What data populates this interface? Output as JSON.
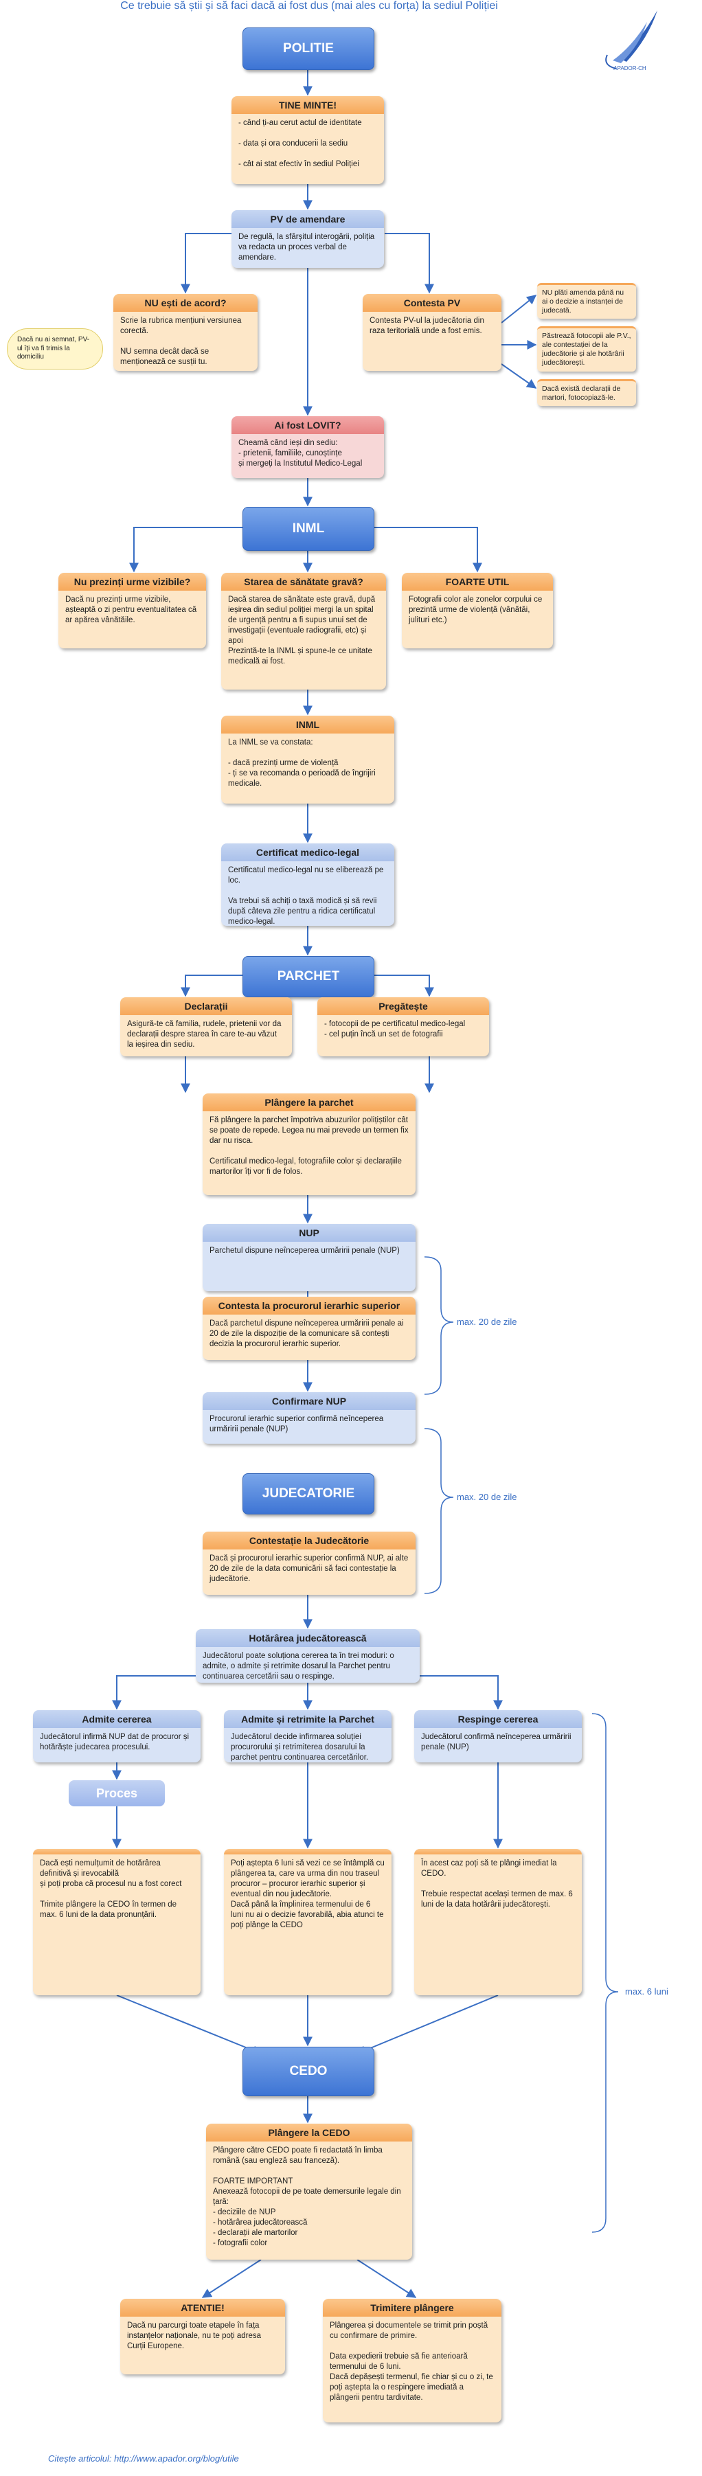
{
  "header": {
    "title": "Ce trebuie să știi și să faci dacă ai fost dus (mai ales cu forța) la sediul Poliției"
  },
  "logo": {
    "text": "APADOR-CH"
  },
  "nodes": {
    "politie": "POLITIE",
    "tine_minte": {
      "title": "TINE MINTE!",
      "body": "- când ți-au cerut actul de identitate\n\n- data și ora conducerii la sediu\n\n- cât ai stat efectiv în sediul Poliției"
    },
    "pv": {
      "title": "PV de amendare",
      "body": "De regulă, la sfârșitul interogării, poliția va redacta un proces verbal de amendare."
    },
    "nu_acord": {
      "title": "NU ești de acord?",
      "body": "Scrie la rubrica mențiuni versiunea corectă.\n\nNU semna decât dacă se menționează ce susții tu."
    },
    "nu_acord_note": "Dacă nu ai semnat, PV-ul îți va fi trimis la domiciliu",
    "contesta_pv": {
      "title": "Contesta PV",
      "body": "Contesta PV-ul la judecătoria din raza teritorială unde a fost emis."
    },
    "side1": "NU plăti amenda până nu ai o decizie a instanței de judecată.",
    "side2": "Păstrează fotocopii ale P.V., ale contestației de la judecătorie și ale hotărârii judecătorești.",
    "side3": "Dacă există declarații de martori, fotocopiază-le.",
    "lovit": {
      "title": "Ai fost LOVIT?",
      "body": "Cheamă când ieși din sediu:\n- prietenii, familiile, cunoștințe\nși mergeți la Institutul Medico-Legal"
    },
    "inml": "INML",
    "nu_urme": {
      "title": "Nu prezinți urme vizibile?",
      "body": "Dacă nu prezinți urme vizibile, așteaptă o zi pentru eventualitatea că ar apărea vânătăile."
    },
    "stare": {
      "title": "Starea de sănătate gravă?",
      "body": "Dacă starea de sănătate este gravă, după ieșirea din sediul poliției mergi la un spital de urgență pentru a fi supus unui set de investigații (eventuale radiografii, etc) și apoi\nPrezintă-te la INML și spune-le ce unitate medicală ai fost."
    },
    "util": {
      "title": "FOARTE UTIL",
      "body": "Fotografii color ale zonelor corpului ce prezintă urme de violență (vânătăi, julituri etc.)"
    },
    "inml2": {
      "title": "INML",
      "body": "La INML se va constata:\n\n- dacă prezinți urme de violență\n- ți se va recomanda o perioadă de îngrijiri medicale."
    },
    "certificat": {
      "title": "Certificat medico-legal",
      "body": "Certificatul medico-legal nu se eliberează pe loc.\n\nVa trebui să achiți o taxă modică și să revii după câteva zile pentru a ridica certificatul medico-legal."
    },
    "parchet": "PARCHET",
    "declaratii": {
      "title": "Declarații",
      "body": "Asigură-te că familia, rudele, prietenii vor da declarații despre starea în care te-au văzut la ieșirea din sediu."
    },
    "pregateste": {
      "title": "Pregătește",
      "body": "- fotocopii de pe certificatul medico-legal\n- cel puțin încă un set de fotografii"
    },
    "plangere": {
      "title": "Plângere la parchet",
      "body": "Fă plângere la parchet împotriva abuzurilor polițiștilor cât se poate de repede. Legea nu mai prevede un termen fix dar nu risca.\n\nCertificatul medico-legal, fotografiile color și declarațiile martorilor îți vor fi de folos."
    },
    "nup": {
      "title": "NUP",
      "body": "Parchetul dispune neînceperea urmăririi penale (NUP)"
    },
    "contesta_proc": {
      "title": "Contesta la procurorul ierarhic superior",
      "body": "Dacă parchetul dispune neînceperea urmăririi penale ai 20 de zile la dispoziție de la comunicare să contești decizia la procurorul ierarhic superior."
    },
    "confirmare": {
      "title": "Confirmare NUP",
      "body": "Procurorul ierarhic superior confirmă neînceperea urmăririi penale (NUP)"
    },
    "judecatorie": "JUDECATORIE",
    "contestatie": {
      "title": "Contestație la Judecătorie",
      "body": "Dacă și procurorul ierarhic superior confirmă NUP, ai alte 20 de zile de la data comunicării să faci contestație la judecătorie."
    },
    "hotararea": {
      "title": "Hotărârea judecătorească",
      "body": "Judecătorul poate soluționa cererea ta în trei moduri: o admite, o admite și retrimite dosarul la Parchet pentru continuarea cercetării sau o respinge."
    },
    "admite": {
      "title": "Admite cererea",
      "body": "Judecătorul infirmă NUP dat de procuror și hotărăște judecarea procesului."
    },
    "retrimite": {
      "title": "Admite și retrimite la Parchet",
      "body": "Judecătorul decide infirmarea soluției procurorului și retrimiterea dosarului la parchet pentru continuarea cercetărilor."
    },
    "respinge": {
      "title": "Respinge cererea",
      "body": "Judecătorul confirmă neînceperea urmăririi penale (NUP)"
    },
    "proces": "Proces",
    "o_admite": {
      "body": "Dacă ești nemulțumit de hotărârea definitivă și irevocabilă\nși poți proba că procesul nu a fost corect\n\nTrimite plângere la CEDO în termen de max. 6 luni de la data pronunțării."
    },
    "o_retrimite": {
      "body": "Poți aștepta 6 luni să vezi ce se întâmplă cu plângerea ta, care va urma din nou traseul procuror – procuror ierarhic superior și eventual din nou judecătorie.\nDacă până la împlinirea termenului de 6 luni nu ai o decizie favorabilă, abia atunci te poți plânge la CEDO"
    },
    "o_respinge": {
      "body": "În acest caz poți să te plângi imediat la CEDO.\n\nTrebuie respectat același termen de max. 6 luni de la data hotărârii judecătorești."
    },
    "cedo": "CEDO",
    "plangere_cedo": {
      "title": "Plângere la CEDO",
      "body": "Plângere către CEDO poate fi redactată în limba română (sau engleză sau franceză).\n\nFOARTE IMPORTANT\nAnexează fotocopii de pe toate demersurile legale din țară:\n- deciziile de NUP\n- hotărârea judecătorească\n- declarații ale martorilor\n- fotografii color"
    },
    "atentie": {
      "title": "ATENTIE!",
      "body": "Dacă nu parcurgi toate etapele în fața instanțelor naționale, nu te poți adresa Curții Europene."
    },
    "trimitere": {
      "title": "Trimitere plângere",
      "body": "Plângerea și documentele se trimit prin poștă cu confirmare de primire.\n\nData expedierii trebuie să fie anterioară termenului de 6 luni.\nDacă depășești termenul, fie chiar și cu o zi, te poți aștepta la o respingere imediată a plângerii pentru tardivitate."
    }
  },
  "labels": {
    "max20a": "max. 20 de zile",
    "max20b": "max. 20 de zile",
    "max6": "max. 6 luni"
  },
  "footer": {
    "text": "Citește articolul: http://www.apador.org/blog/utile"
  },
  "colors": {
    "blue": "#3d74d4",
    "orange": "#f6a85a",
    "red": "#e88484",
    "arrow": "#3a6fc4"
  }
}
